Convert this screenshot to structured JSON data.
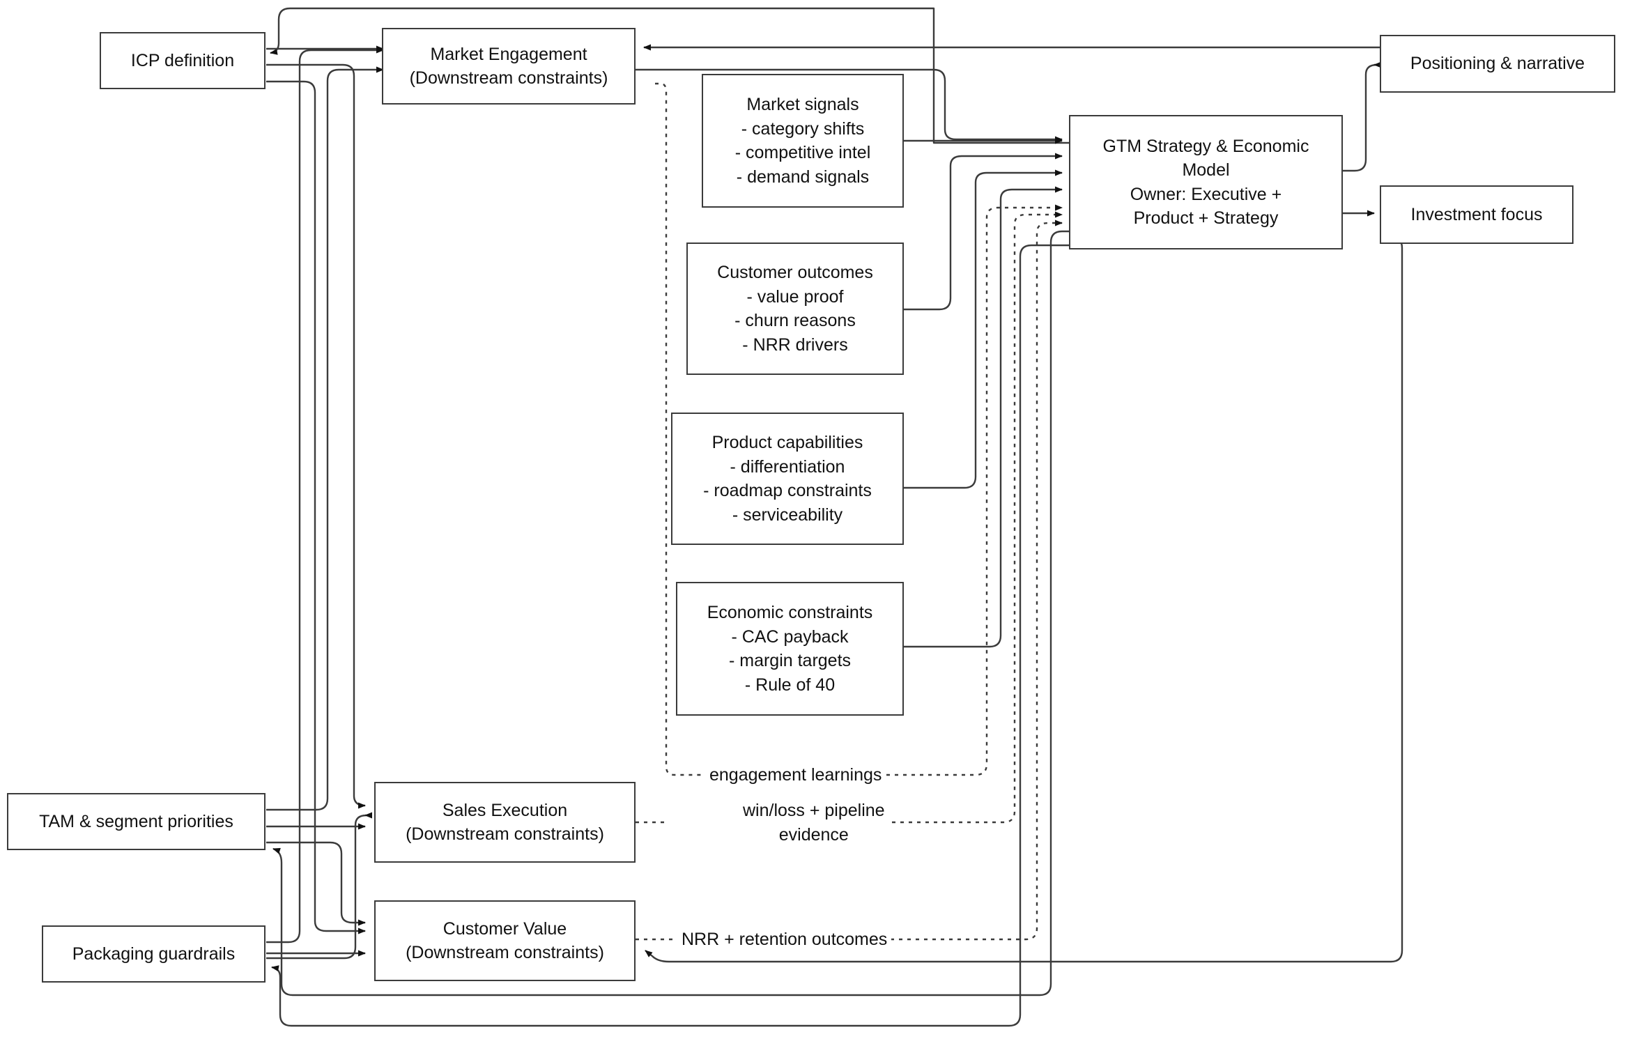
{
  "diagram": {
    "title": "GTM Strategy & Economic Model flow",
    "type": "flowchart",
    "stroke_color": "#3b3b3b",
    "text_color": "#111111",
    "background": "#ffffff"
  },
  "nodes": {
    "icp_definition": {
      "lines": [
        "ICP definition"
      ]
    },
    "market_engagement": {
      "lines": [
        "Market Engagement",
        "(Downstream constraints)"
      ]
    },
    "market_signals": {
      "lines": [
        "Market signals",
        "- category shifts",
        "- competitive intel",
        "- demand signals"
      ]
    },
    "customer_outcomes": {
      "lines": [
        "Customer outcomes",
        "- value proof",
        "- churn reasons",
        "- NRR drivers"
      ]
    },
    "product_capabilities": {
      "lines": [
        "Product capabilities",
        "- differentiation",
        "- roadmap constraints",
        "- serviceability"
      ]
    },
    "economic_constraints": {
      "lines": [
        "Economic constraints",
        "- CAC payback",
        "- margin targets",
        "- Rule of 40"
      ]
    },
    "gtm_model": {
      "lines": [
        "GTM Strategy & Economic",
        "Model",
        "Owner: Executive +",
        "Product + Strategy"
      ]
    },
    "positioning": {
      "lines": [
        "Positioning & narrative"
      ]
    },
    "investment_focus": {
      "lines": [
        "Investment focus"
      ]
    },
    "tam_segment": {
      "lines": [
        "TAM & segment priorities"
      ]
    },
    "packaging_guardrails": {
      "lines": [
        "Packaging guardrails"
      ]
    },
    "sales_execution": {
      "lines": [
        "Sales Execution",
        "(Downstream constraints)"
      ]
    },
    "customer_value": {
      "lines": [
        "Customer Value",
        "(Downstream constraints)"
      ]
    }
  },
  "edge_labels": {
    "engagement_learnings": "engagement learnings",
    "winloss_pipeline": "win/loss + pipeline\nevidence",
    "winloss_pipeline_l1": "win/loss + pipeline",
    "winloss_pipeline_l2": "evidence",
    "nrr_retention": "NRR + retention outcomes"
  }
}
